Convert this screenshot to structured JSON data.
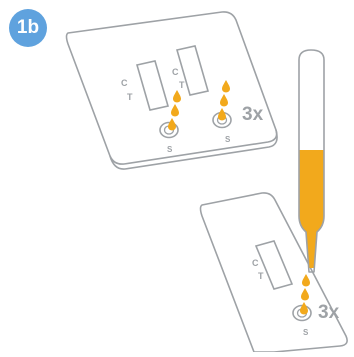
{
  "step": {
    "label": "1b"
  },
  "colors": {
    "badge": "#5fa2de",
    "outline": "#9ea2a6",
    "liquid": "#f2a91c",
    "text": "#9ea2a6"
  },
  "top_device": {
    "left_window_labels": [
      "C",
      "T"
    ],
    "right_window_labels": [
      "C",
      "T"
    ],
    "left_well_label": "S",
    "right_well_label": "S",
    "drop_annotation": "3x"
  },
  "bottom_device": {
    "window_labels": [
      "C",
      "T"
    ],
    "well_label": "S",
    "drop_annotation": "3x"
  },
  "icons": [
    "pipette-icon",
    "drop-icon"
  ]
}
